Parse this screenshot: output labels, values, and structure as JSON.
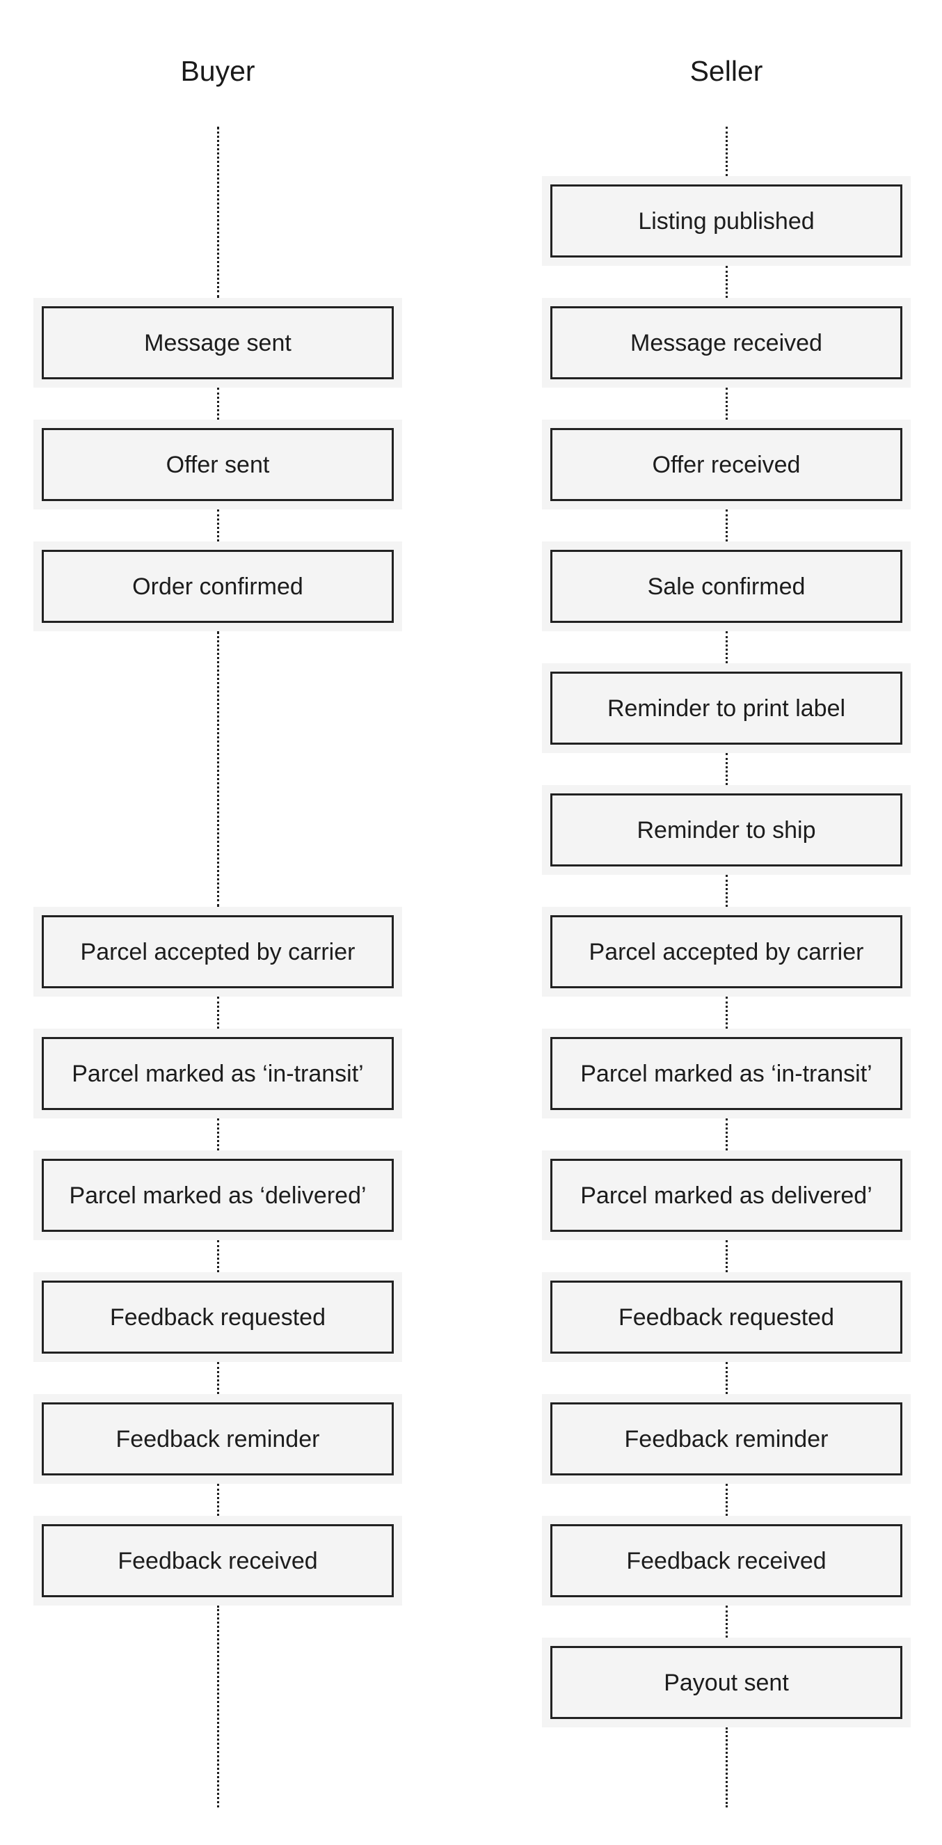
{
  "buyer": {
    "title": "Buyer",
    "steps": [
      "Message sent",
      "Offer sent",
      "Order confirmed",
      "Parcel accepted by carrier",
      "Parcel marked as ‘in-transit’",
      "Parcel marked as ‘delivered’",
      "Feedback requested",
      "Feedback reminder",
      "Feedback received"
    ]
  },
  "seller": {
    "title": "Seller",
    "steps": [
      "Listing published",
      "Message received",
      "Offer received",
      "Sale confirmed",
      "Reminder to print label",
      "Reminder to ship",
      "Parcel accepted by carrier",
      "Parcel marked as ‘in-transit’",
      "Parcel marked as delivered’",
      "Feedback requested",
      "Feedback reminder",
      "Feedback received",
      "Payout sent"
    ]
  }
}
